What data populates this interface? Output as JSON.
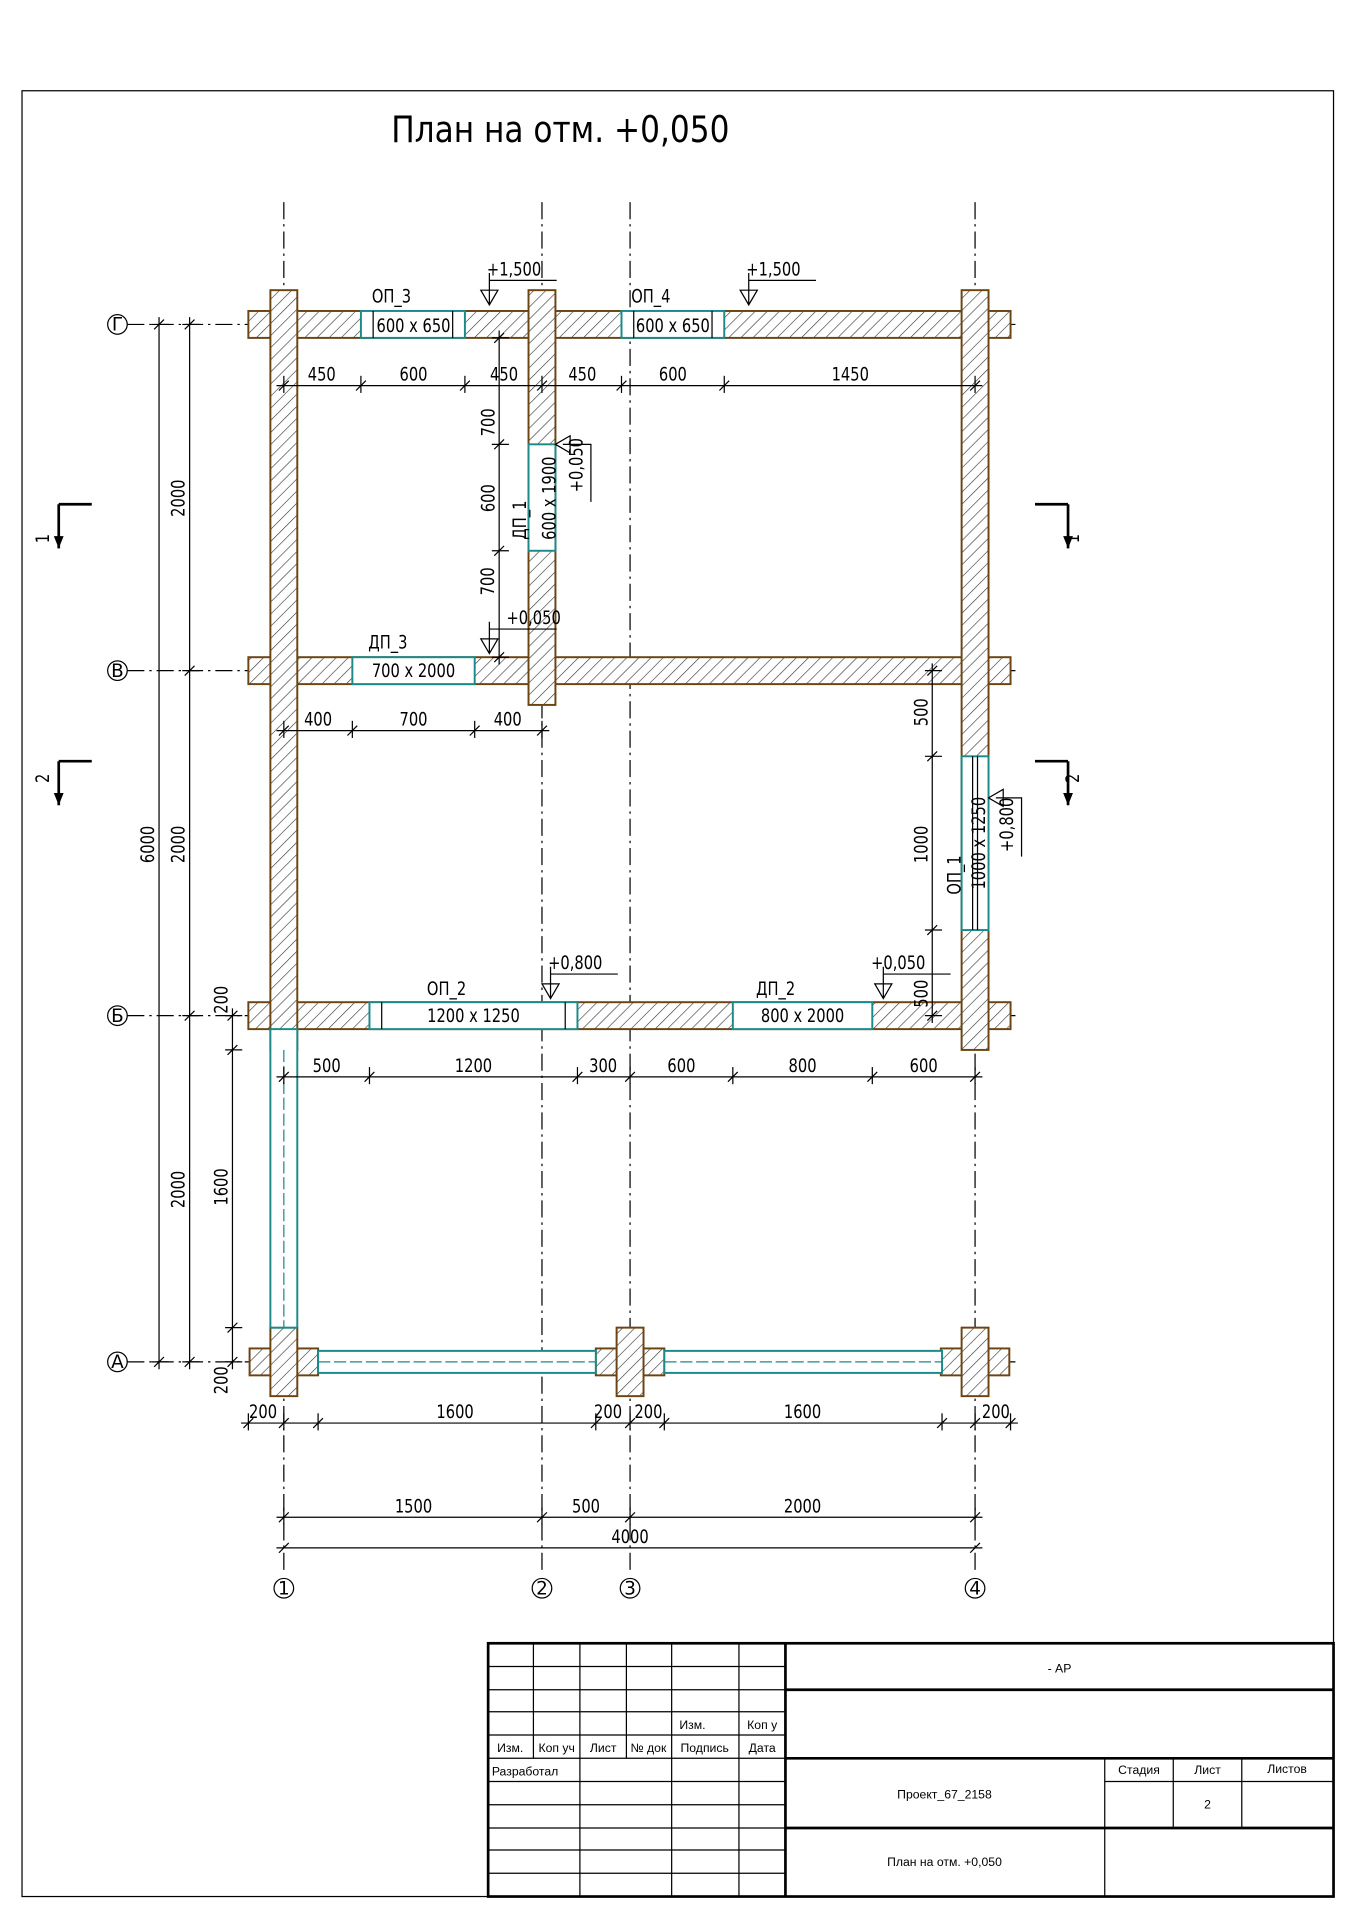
{
  "title": "План на отм. +0,050",
  "axes": {
    "rows": [
      "Г",
      "В",
      "Б",
      "А"
    ],
    "cols": [
      "1",
      "2",
      "3",
      "4"
    ]
  },
  "sections": [
    "1",
    "1",
    "2",
    "2"
  ],
  "openings": [
    {
      "mark": "ОП_3",
      "size": "600 x 650"
    },
    {
      "mark": "ОП_4",
      "size": "600 x 650"
    },
    {
      "mark": "ДП_1",
      "size": "600 x 1900"
    },
    {
      "mark": "ДП_3",
      "size": "700 x 2000"
    },
    {
      "mark": "ОП_2",
      "size": "1200 x 1250"
    },
    {
      "mark": "ДП_2",
      "size": "800 x 2000"
    },
    {
      "mark": "ОП_1",
      "size": "1000 x 1250"
    }
  ],
  "levels": [
    "+1,500",
    "+1,500",
    "+0,050",
    "+0,050",
    "+0,800",
    "+0,050",
    "+0,800"
  ],
  "dimensions": {
    "row_g": [
      "450",
      "600",
      "450",
      "450",
      "600",
      "1450"
    ],
    "row_v": [
      "400",
      "700",
      "400"
    ],
    "row_b": [
      "500",
      "1200",
      "300",
      "600",
      "800",
      "600"
    ],
    "row_a": [
      "200",
      "1600",
      "200",
      "200",
      "1600",
      "200"
    ],
    "axes_chain": [
      "1500",
      "500",
      "2000"
    ],
    "overall_width": "4000",
    "overall_height": "6000",
    "axes_vertical": [
      "2000",
      "2000",
      "2000"
    ],
    "left_glazing": [
      "200",
      "1600",
      "200"
    ],
    "axis2_vertical": [
      "700",
      "600",
      "700"
    ],
    "axis4_vertical": [
      "500",
      "1000",
      "500"
    ]
  },
  "title_block": {
    "code": "- АР",
    "col_headers": [
      "Изм.",
      "Коп уч",
      "Лист",
      "№ док",
      "Подпись",
      "Дата"
    ],
    "upper_labels": [
      "Изм.",
      "Коп у"
    ],
    "developed": "Разработал",
    "project": "Проект_67_2158",
    "sheet_title": "План на отм. +0,050",
    "stage_header": "Стадия",
    "sheet_header": "Лист",
    "sheets_header": "Листов",
    "sheet_number": "2"
  }
}
